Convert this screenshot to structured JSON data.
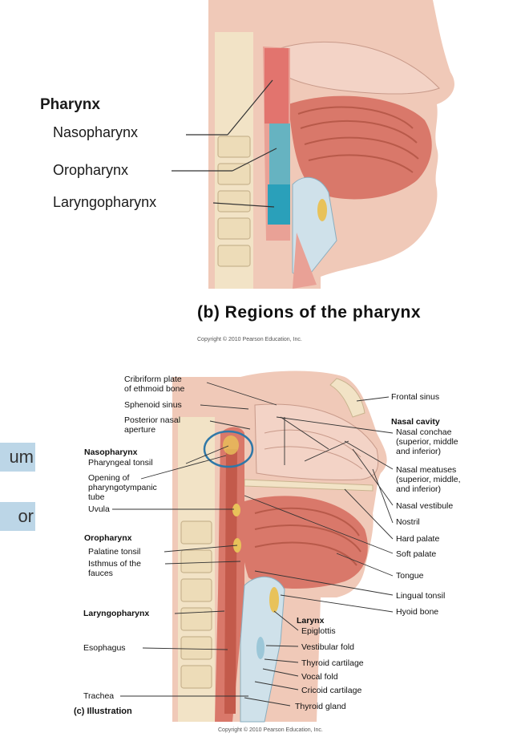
{
  "panel_b": {
    "heading": "Pharynx",
    "regions": [
      "Nasopharynx",
      "Oropharynx",
      "Laryngopharynx"
    ],
    "caption": "(b) Regions of the pharynx",
    "copyright": "Copyright © 2010 Pearson Education, Inc."
  },
  "side_fragments": [
    "um",
    "or"
  ],
  "panel_c": {
    "caption": "(c) Illustration",
    "copyright": "Copyright © 2010 Pearson Education, Inc.",
    "left_labels": {
      "cribriform": "Cribriform plate",
      "cribriform2": "of ethmoid bone",
      "sphenoid": "Sphenoid sinus",
      "posterior": "Posterior nasal",
      "posterior2": "aperture",
      "nasopharynx": "Nasopharynx",
      "pharyngeal_tonsil": "Pharyngeal tonsil",
      "opening": "Opening of",
      "opening2": "pharyngotympanic",
      "opening3": "tube",
      "uvula": "Uvula",
      "oropharynx": "Oropharynx",
      "palatine": "Palatine tonsil",
      "isthmus": "Isthmus of the",
      "isthmus2": "fauces",
      "laryngopharynx": "Laryngopharynx",
      "esophagus": "Esophagus",
      "trachea": "Trachea"
    },
    "right_labels": {
      "frontal": "Frontal sinus",
      "nasal_cavity": "Nasal cavity",
      "conchae": "Nasal conchae",
      "conchae2": "(superior, middle",
      "conchae3": "and inferior)",
      "meatuses": "Nasal meatuses",
      "meatuses2": "(superior, middle,",
      "meatuses3": "and inferior)",
      "vestibule": "Nasal vestibule",
      "nostril": "Nostril",
      "hard_palate": "Hard palate",
      "soft_palate": "Soft palate",
      "tongue": "Tongue",
      "lingual": "Lingual tonsil",
      "hyoid": "Hyoid bone",
      "larynx": "Larynx",
      "epiglottis": "Epiglottis",
      "vestibular": "Vestibular fold",
      "thyroid_cart": "Thyroid cartilage",
      "vocal": "Vocal fold",
      "cricoid": "Cricoid cartilage",
      "thyroid_gland": "Thyroid gland"
    }
  },
  "colors": {
    "flesh": "#e9a79a",
    "muscle": "#c96a58",
    "bone": "#f2e3c6",
    "nasopharynx_band": "#e06c67",
    "oropharynx_band": "#4fb6c9",
    "laryngopharynx_band": "#2aa0ba",
    "highlight_circle": "#2f78a8",
    "side_box": "#bcd6e7"
  }
}
